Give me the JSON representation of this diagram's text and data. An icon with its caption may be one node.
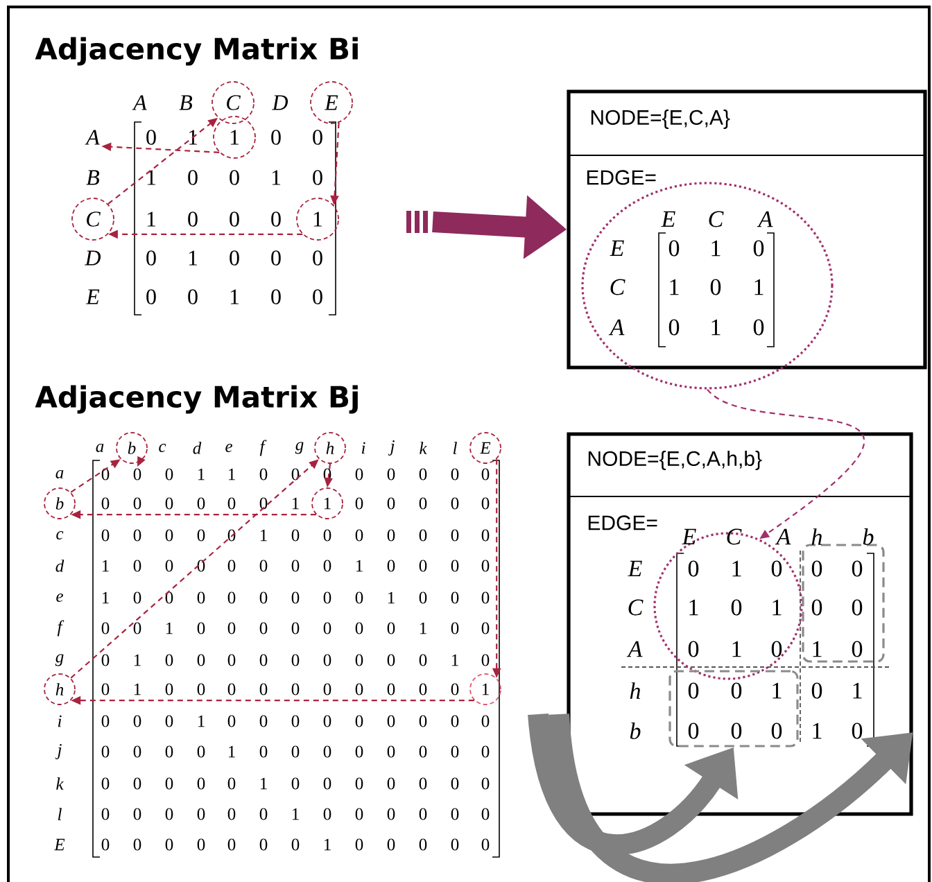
{
  "diagram": {
    "nodes": [
      {
        "text": [
          "C"
        ]
      },
      {
        "text": [
          "E"
        ]
      },
      {
        "text": [
          "A"
        ]
      },
      {
        "text": [
          "1"
        ]
      },
      {
        "text": [
          "C"
        ]
      },
      {
        "text": [
          "1"
        ]
      },
      {
        "text": [
          "NODE={E,C,A}",
          "EDGE="
        ]
      },
      {
        "text": [],
        "shape": "circle"
      },
      {
        "text": [
          "b"
        ]
      },
      {
        "text": [
          "h"
        ]
      },
      {
        "text": [
          "E"
        ]
      },
      {
        "text": [
          "b"
        ]
      },
      {
        "text": [
          "1"
        ]
      },
      {
        "text": [
          "h"
        ]
      },
      {
        "text": [
          "1"
        ]
      },
      {
        "text": [
          "NODE={E,C,A,h,b}",
          "EDGE="
        ]
      },
      {
        "text": [],
        "shape": "circle",
        "in": 15
      },
      {
        "text": [],
        "shape": "box",
        "in": 15
      },
      {
        "text": [],
        "shape": "box",
        "in": 15
      },
      {
        "text": [
          "0"
        ]
      }
    ],
    "edges": [
      {
        "from": 3,
        "to": 2,
        "arrow": "to",
        "style": "dashed"
      },
      {
        "from": 4,
        "to": 0,
        "arrow": "to",
        "style": "dashed"
      },
      {
        "from": 1,
        "to": 5,
        "arrow": "to",
        "style": "dashed"
      },
      {
        "from": 5,
        "to": 4,
        "arrow": "to",
        "style": "dashed"
      },
      {
        "from": null,
        "to": 6,
        "arrow": "to",
        "style": "thick",
        "color": "#8e2a5c"
      },
      {
        "from": 7,
        "to": 16,
        "arrow": "to",
        "style": "dashed",
        "color": "#a1306c"
      },
      {
        "from": 11,
        "to": 8,
        "arrow": "to",
        "style": "dashed"
      },
      {
        "from": 8,
        "to": 19,
        "arrow": "to",
        "style": "dashed"
      },
      {
        "from": 9,
        "to": 12,
        "arrow": "to",
        "style": "dashed"
      },
      {
        "from": 12,
        "to": 11,
        "arrow": "to",
        "style": "dashed"
      },
      {
        "from": 13,
        "to": 9,
        "arrow": "to",
        "style": "dashed"
      },
      {
        "from": 10,
        "to": 14,
        "arrow": "to",
        "style": "dashed"
      },
      {
        "from": 14,
        "to": 13,
        "arrow": "to",
        "style": "dashed"
      },
      {
        "from": null,
        "to": 18,
        "arrow": "to",
        "style": "thick",
        "color": "#808080"
      },
      {
        "from": null,
        "to": 15,
        "arrow": "to",
        "style": "thick",
        "color": "#808080"
      }
    ],
    "labels": [
      "Adjacency Matrix Bi",
      "A",
      "B",
      "D",
      "0",
      "1",
      "0",
      "0",
      "B",
      "1",
      "0",
      "0",
      "1",
      "0",
      "1",
      "0",
      "0",
      "0",
      "D",
      "0",
      "1",
      "0",
      "0",
      "0",
      "E",
      "0",
      "0",
      "1",
      "0",
      "0",
      "E",
      "C",
      "A",
      "E",
      "0",
      "1",
      "0",
      "C",
      "1",
      "0",
      "1",
      "A",
      "0",
      "1",
      "0",
      "Adjacency Matrix Bj",
      "a",
      "c",
      "d",
      "e",
      "f",
      "g",
      "i",
      "j",
      "k",
      "l",
      "a",
      "0",
      "0",
      "1",
      "1",
      "0",
      "0",
      "0",
      "0",
      "0",
      "0",
      "0",
      "0",
      "0",
      "0",
      "0",
      "0",
      "0",
      "0",
      "1",
      "0",
      "0",
      "0",
      "0",
      "0",
      "c",
      "0",
      "0",
      "0",
      "0",
      "0",
      "1",
      "0",
      "0",
      "0",
      "0",
      "0",
      "0",
      "0",
      "d",
      "1",
      "0",
      "0",
      "0",
      "0",
      "0",
      "0",
      "0",
      "1",
      "0",
      "0",
      "0",
      "0",
      "e",
      "1",
      "0",
      "0",
      "0",
      "0",
      "0",
      "0",
      "0",
      "0",
      "1",
      "0",
      "0",
      "0",
      "f",
      "0",
      "0",
      "1",
      "0",
      "0",
      "0",
      "0",
      "0",
      "0",
      "0",
      "1",
      "0",
      "0",
      "g",
      "0",
      "1",
      "0",
      "0",
      "0",
      "0",
      "0",
      "0",
      "0",
      "0",
      "0",
      "1",
      "0",
      "0",
      "1",
      "0",
      "0",
      "0",
      "0",
      "0",
      "0",
      "0",
      "0",
      "0",
      "0",
      "i",
      "0",
      "0",
      "0",
      "1",
      "0",
      "0",
      "0",
      "0",
      "0",
      "0",
      "0",
      "0",
      "0",
      "j",
      "0",
      "0",
      "0",
      "0",
      "1",
      "0",
      "0",
      "0",
      "0",
      "0",
      "0",
      "0",
      "0",
      "k",
      "0",
      "0",
      "0",
      "0",
      "0",
      "1",
      "0",
      "0",
      "0",
      "0",
      "0",
      "0",
      "0",
      "l",
      "0",
      "0",
      "0",
      "0",
      "0",
      "0",
      "1",
      "0",
      "0",
      "0",
      "0",
      "0",
      "0",
      "E",
      "0",
      "0",
      "0",
      "0",
      "0",
      "0",
      "0",
      "1",
      "0",
      "0",
      "0",
      "0",
      "0",
      "E",
      "C",
      "A",
      "h",
      "b",
      "E",
      "0",
      "1",
      "0",
      "0",
      "0",
      "C",
      "1",
      "0",
      "1",
      "0",
      "0",
      "A",
      "0",
      "1",
      "0",
      "1",
      "0",
      "h",
      "0",
      "0",
      "1",
      "0",
      "1",
      "b",
      "0",
      "0",
      "0",
      "1",
      "0"
    ]
  }
}
